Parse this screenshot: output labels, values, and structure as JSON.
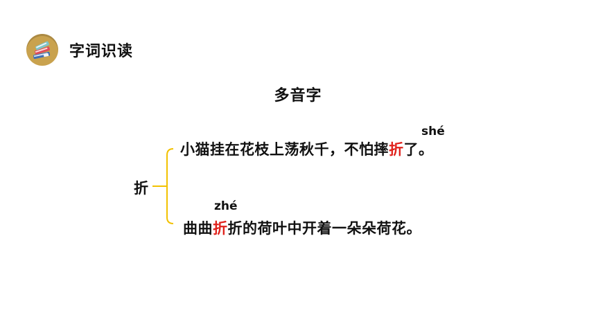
{
  "header": {
    "icon": "book-stack-icon",
    "title": "字词识读"
  },
  "heading": "多音字",
  "main_char": "折",
  "sentences": [
    {
      "before": "小猫挂在花枝上荡秋千，不怕摔",
      "highlight": "折",
      "after": "了。",
      "pinyin": "shé"
    },
    {
      "before": "曲曲",
      "highlight": "折",
      "after": "折的荷叶中开着一朵朵荷花。",
      "pinyin": "zhé"
    }
  ],
  "colors": {
    "highlight": "#e0211b",
    "bracket": "#f2c100",
    "badge": "#c9a24e"
  }
}
